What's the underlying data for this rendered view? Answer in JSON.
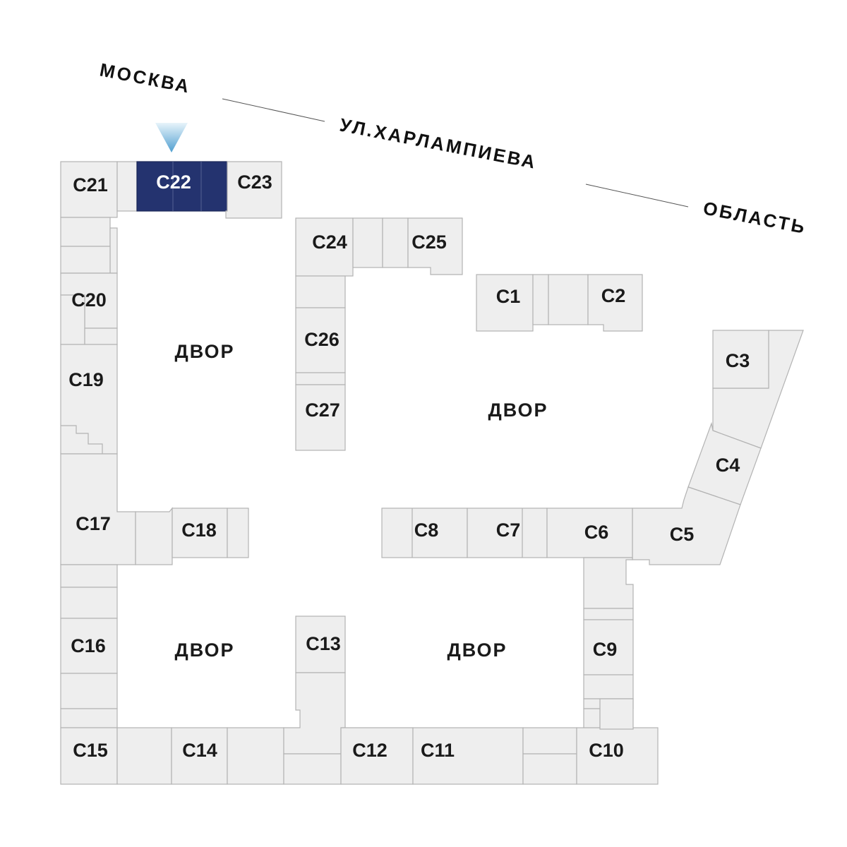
{
  "street": {
    "moskva": "МОСКВА",
    "street_name": "УЛ.ХАРЛАМПИЕВА",
    "oblast": "ОБЛАСТЬ"
  },
  "yards": {
    "top_left": "ДВОР",
    "center_right": "ДВОР",
    "bottom_left": "ДВОР",
    "bottom_center": "ДВОР"
  },
  "sections": {
    "c1": "С1",
    "c2": "С2",
    "c3": "С3",
    "c4": "С4",
    "c5": "С5",
    "c6": "С6",
    "c7": "С7",
    "c8": "С8",
    "c9": "С9",
    "c10": "С10",
    "c11": "С11",
    "c12": "С12",
    "c13": "С13",
    "c14": "С14",
    "c15": "С15",
    "c16": "С16",
    "c17": "С17",
    "c18": "С18",
    "c19": "С19",
    "c20": "С20",
    "c21": "С21",
    "c22": "С22",
    "c23": "С23",
    "c24": "С24",
    "c25": "С25",
    "c26": "С26",
    "c27": "С27"
  },
  "selected_section": "c22",
  "colors": {
    "selected": "#24336f",
    "cell_fill": "#eeeeee",
    "cell_stroke": "#b3b3b3",
    "marker": "#5aa6d4"
  }
}
